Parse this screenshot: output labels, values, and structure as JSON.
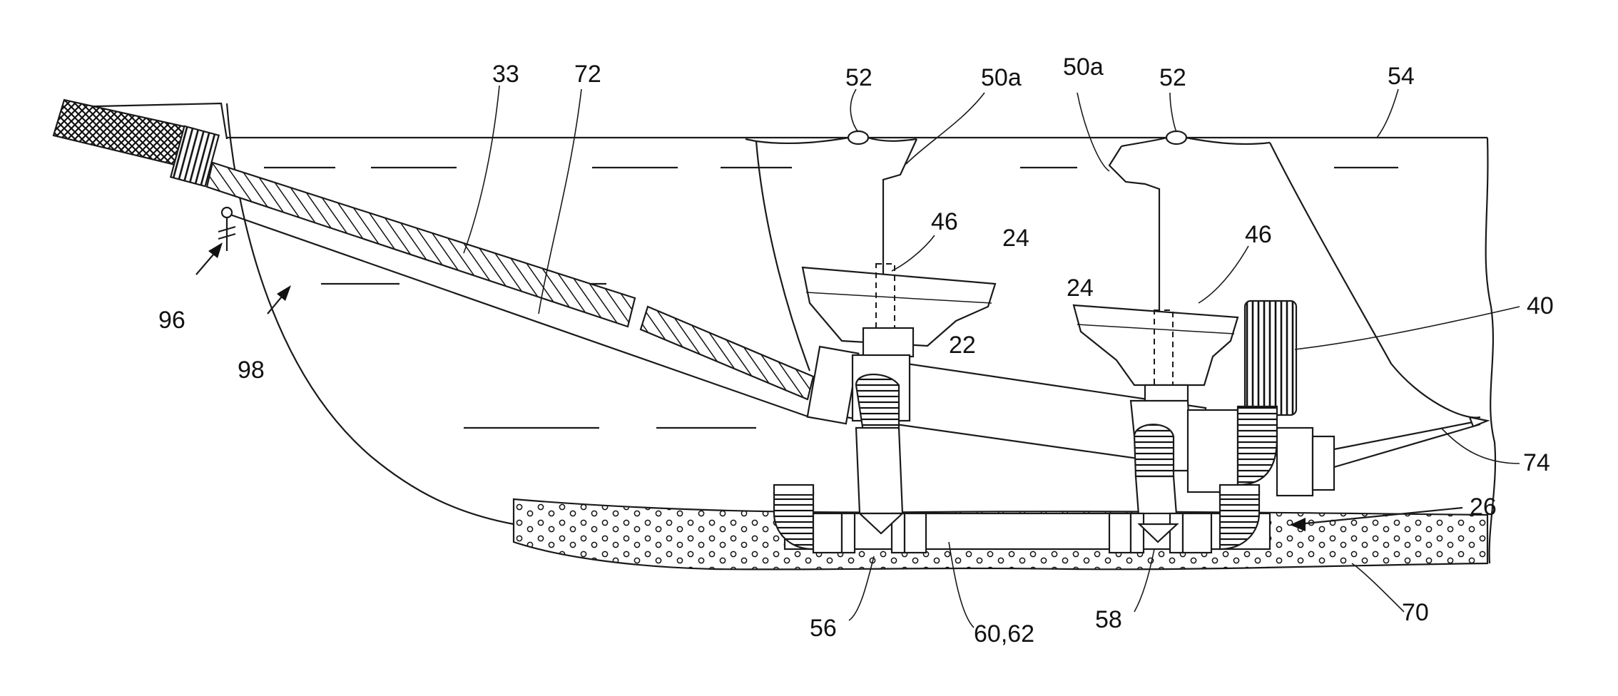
{
  "figure": {
    "labels": {
      "l33": "33",
      "l72": "72",
      "l52a": "52",
      "l50a1": "50a",
      "l50a2": "50a",
      "l52b": "52",
      "l54": "54",
      "l46a": "46",
      "l24a": "24",
      "l46b": "46",
      "l24b": "24",
      "l40": "40",
      "l22": "22",
      "l96": "96",
      "l98": "98",
      "l74": "74",
      "l26": "26",
      "l56": "56",
      "l6062": "60,62",
      "l58": "58",
      "l70": "70"
    }
  }
}
